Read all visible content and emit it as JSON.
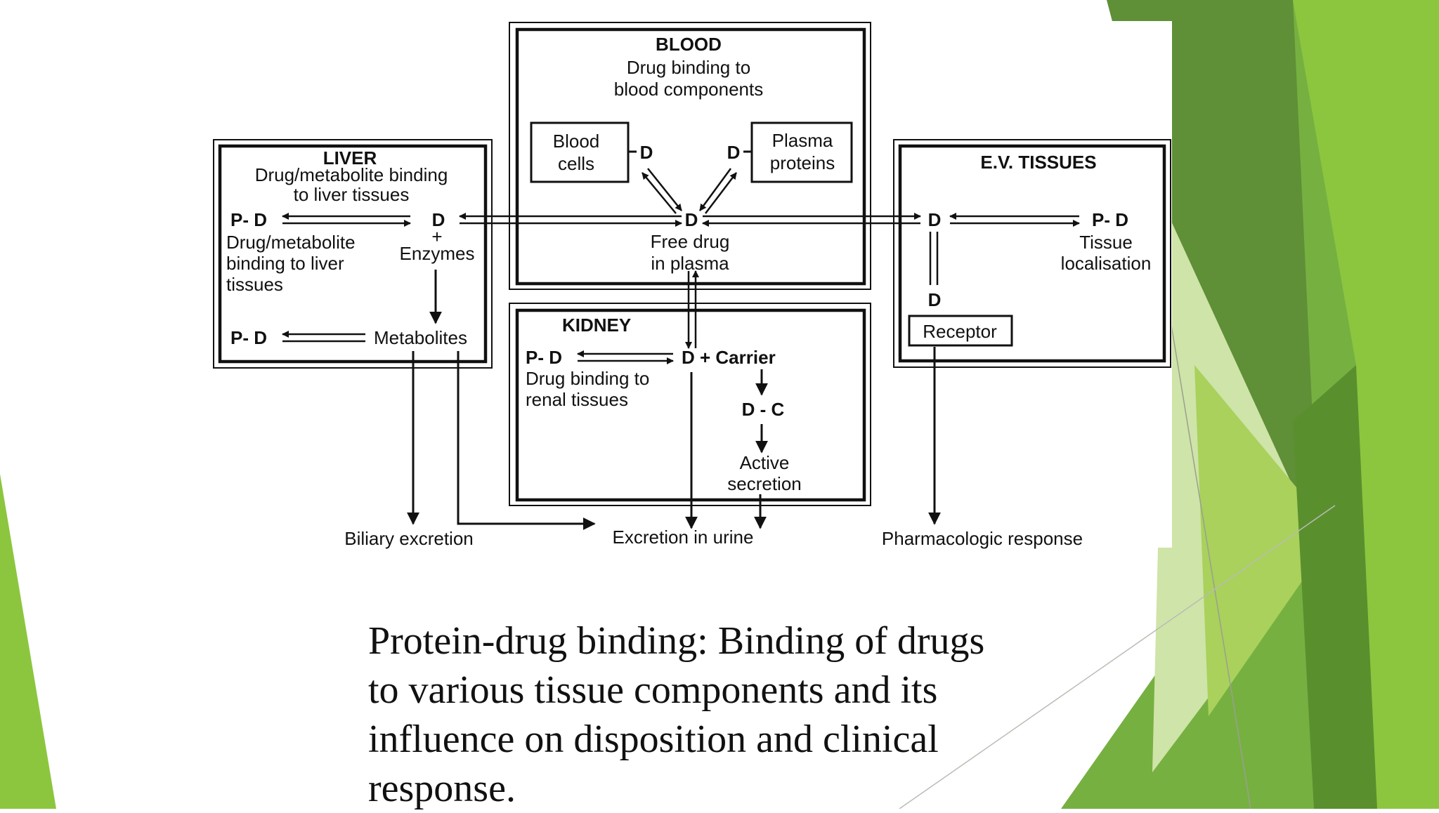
{
  "diagram": {
    "blood": {
      "title": "BLOOD",
      "subtitle_lines": [
        "Drug binding to",
        "blood components"
      ],
      "blood_cells_lines": [
        "Blood",
        "cells"
      ],
      "plasma_proteins_lines": [
        "Plasma",
        "proteins"
      ],
      "d_left": "D",
      "d_right": "D",
      "d_free": "D",
      "free_drug_lines": [
        "Free drug",
        "in plasma"
      ]
    },
    "liver": {
      "title": "LIVER",
      "subtitle_lines": [
        "Drug/metabolite binding",
        "to liver tissues"
      ],
      "pd_top": "P- D",
      "d": "D",
      "plus": "+",
      "enzymes": "Enzymes",
      "binding_lines": [
        "Drug/metabolite",
        "binding to liver",
        "tissues"
      ],
      "pd_bottom": "P- D",
      "metabolites": "Metabolites"
    },
    "ev_tissues": {
      "title": "E.V. TISSUES",
      "d": "D",
      "pd": "P- D",
      "tissue_lines": [
        "Tissue",
        "localisation"
      ],
      "d_receptor": "D",
      "receptor": "Receptor"
    },
    "kidney": {
      "title": "KIDNEY",
      "pd": "P- D",
      "d_carrier": "D + Carrier",
      "binding_lines": [
        "Drug binding to",
        "renal tissues"
      ],
      "dc": "D - C",
      "active_lines": [
        "Active",
        "secretion"
      ]
    },
    "outputs": {
      "biliary": "Biliary excretion",
      "urine": "Excretion in urine",
      "pharmacologic": "Pharmacologic response"
    }
  },
  "caption_lines": [
    "Protein-drug binding: Binding of drugs",
    "to various tissue components and its",
    "influence on disposition and clinical",
    "response."
  ],
  "colors": {
    "green_light": "#9bc83a",
    "green_mid": "#76b041",
    "green_dark": "#5a8f2e",
    "green_pale": "#cfe4a8"
  }
}
